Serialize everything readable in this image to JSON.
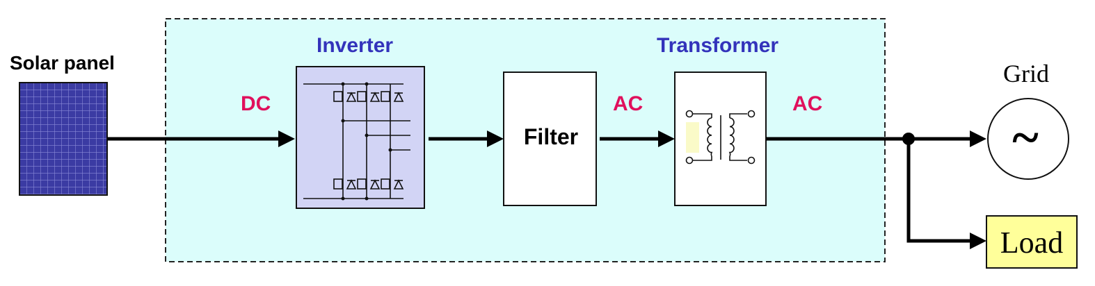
{
  "labels": {
    "solar_panel": "Solar panel",
    "inverter": "Inverter",
    "transformer": "Transformer",
    "filter": "Filter",
    "dc": "DC",
    "ac_1": "AC",
    "ac_2": "AC",
    "grid": "Grid",
    "grid_symbol": "~",
    "load": "Load"
  },
  "colors": {
    "system_box_fill": "#dbfdfb",
    "inverter_fill": "#d2d4f5",
    "panel_fill": "#3b3ba3",
    "panel_grid": "#8a8ad8",
    "block_title": "#3333bb",
    "current_label": "#e0105c",
    "load_fill": "#ffff9a",
    "core_fill": "#fafac8"
  }
}
